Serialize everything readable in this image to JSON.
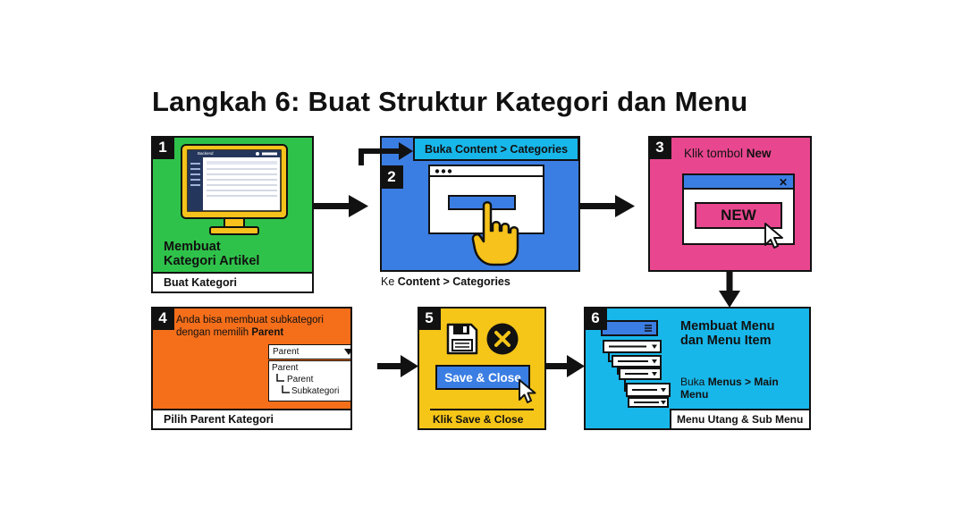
{
  "title": "Langkah 6: Buat Struktur Kategori dan Menu",
  "colors": {
    "green": "#2fc24a",
    "blue": "#3b7ee3",
    "pink": "#e8478f",
    "orange": "#f56e1a",
    "yellow": "#f5c518",
    "cyan": "#18b7ea",
    "monitor": "#f6c21b",
    "outline": "#111111"
  },
  "steps": [
    {
      "number": "1",
      "heading_line1": "Membuat",
      "heading_line2": "Kategori Artikel",
      "caption": "Buat Kategori",
      "screen_brand": "Backend"
    },
    {
      "number": "2",
      "banner": "Buka Content > Categories",
      "caption_prefix": "Ke ",
      "caption_bold": "Content > Categories"
    },
    {
      "number": "3",
      "text_prefix": "Klik tombol ",
      "text_bold": "New",
      "button": "NEW",
      "close_symbol": "✕"
    },
    {
      "number": "4",
      "text_line1": "Anda bisa membuat subkategori",
      "text_line2_prefix": "dengan memilih ",
      "text_line2_bold": "Parent",
      "select_value": "Parent",
      "options": [
        "Parent",
        "Parent",
        "Subkategori"
      ],
      "caption": "Pilih Parent Kategori"
    },
    {
      "number": "5",
      "button": "Save & Close",
      "caption": "Klik Save & Close"
    },
    {
      "number": "6",
      "heading_line1": "Membuat Menu",
      "heading_line2": "dan Menu Item",
      "text_prefix": "Buka ",
      "text_bold_line1": "Menus > Main",
      "text_bold_line2": "Menu",
      "caption": "Menu Utang & Sub Menu"
    }
  ]
}
